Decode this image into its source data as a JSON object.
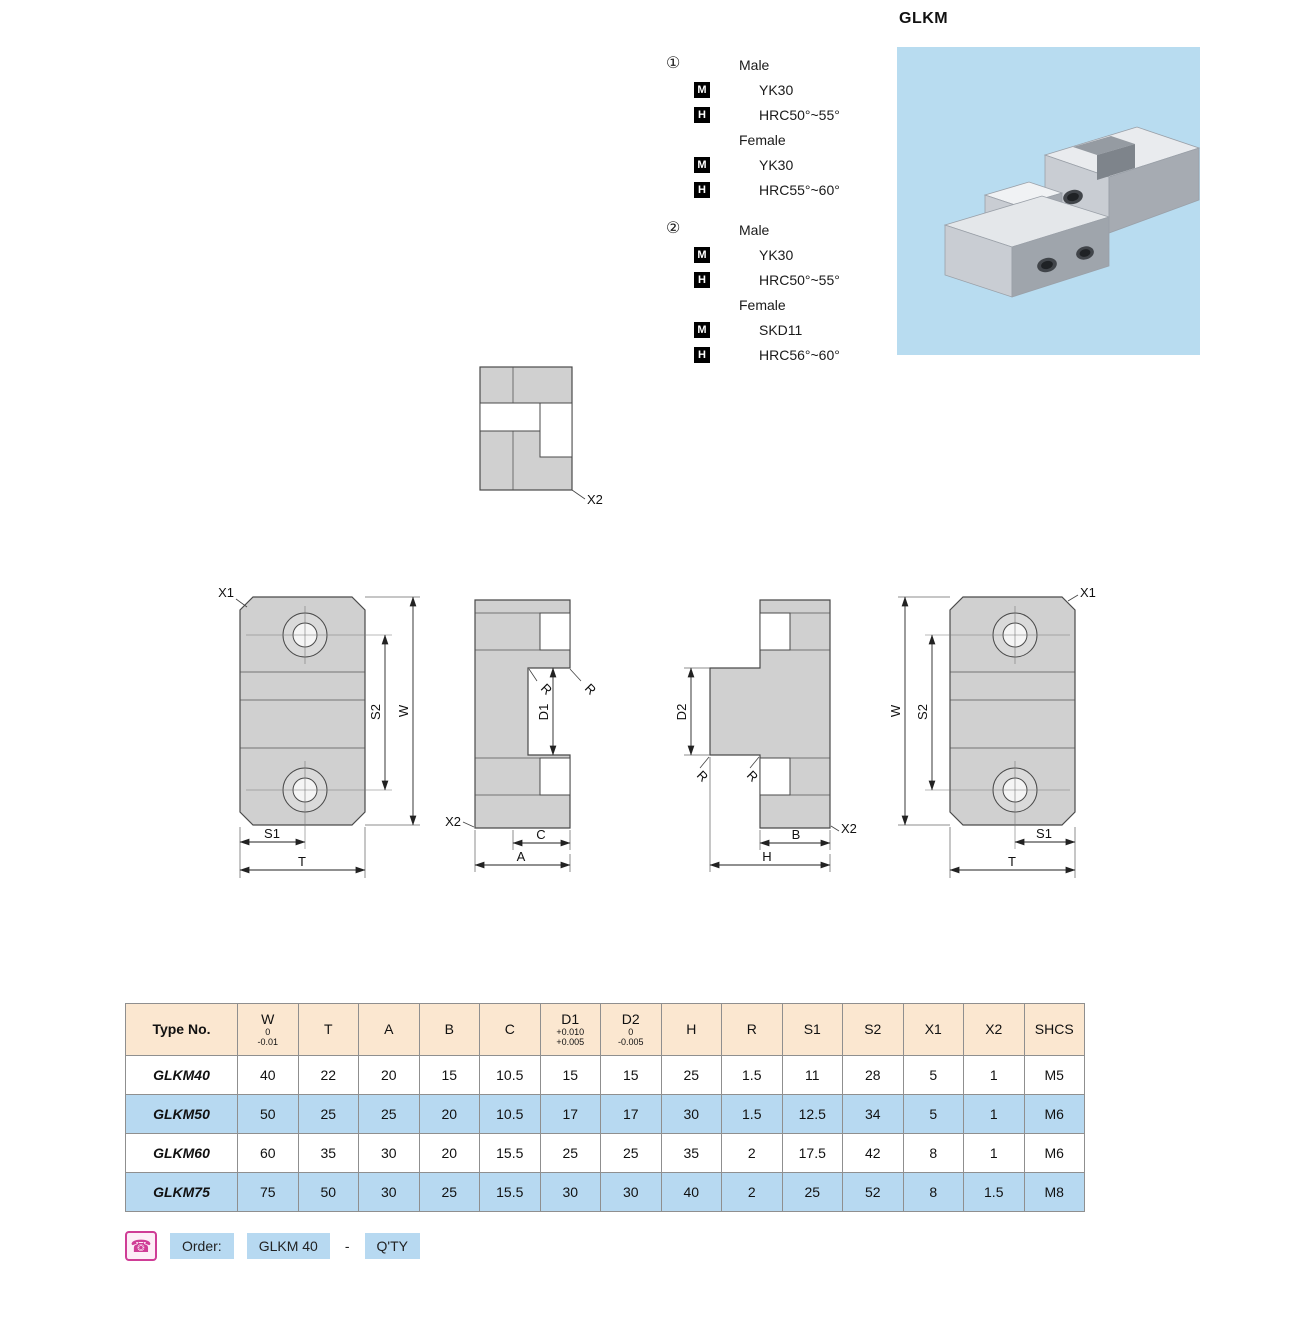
{
  "page": {
    "product_code": "GLKM"
  },
  "specs": {
    "groups": [
      {
        "index": "①",
        "entries": [
          {
            "header": "Male"
          },
          {
            "badge": "M",
            "value": "YK30"
          },
          {
            "badge": "H",
            "value": "HRC50°~55°"
          },
          {
            "header": "Female"
          },
          {
            "badge": "M",
            "value": "YK30"
          },
          {
            "badge": "H",
            "value": "HRC55°~60°"
          }
        ]
      },
      {
        "index": "②",
        "entries": [
          {
            "header": "Male"
          },
          {
            "badge": "M",
            "value": "YK30"
          },
          {
            "badge": "H",
            "value": "HRC50°~55°"
          },
          {
            "header": "Female"
          },
          {
            "badge": "M",
            "value": "SKD11"
          },
          {
            "badge": "H",
            "value": "HRC56°~60°"
          }
        ]
      }
    ]
  },
  "drawings": {
    "labels": {
      "x1": "X1",
      "x2": "X2",
      "w": "W",
      "t": "T",
      "s1": "S1",
      "s2": "S2",
      "d1": "D1",
      "d2": "D2",
      "a": "A",
      "b": "B",
      "c": "C",
      "h": "H",
      "r": "R"
    }
  },
  "table": {
    "headers": [
      {
        "main": "Type No."
      },
      {
        "main": "W",
        "tol": [
          "0",
          "-0.01"
        ]
      },
      {
        "main": "T"
      },
      {
        "main": "A"
      },
      {
        "main": "B"
      },
      {
        "main": "C"
      },
      {
        "main": "D1",
        "tol": [
          "+0.010",
          "+0.005"
        ]
      },
      {
        "main": "D2",
        "tol": [
          "0",
          "-0.005"
        ]
      },
      {
        "main": "H"
      },
      {
        "main": "R"
      },
      {
        "main": "S1"
      },
      {
        "main": "S2"
      },
      {
        "main": "X1"
      },
      {
        "main": "X2"
      },
      {
        "main": "SHCS"
      }
    ],
    "rows": [
      {
        "type": "GLKM40",
        "highlight": false,
        "values": [
          "40",
          "22",
          "20",
          "15",
          "10.5",
          "15",
          "15",
          "25",
          "1.5",
          "11",
          "28",
          "5",
          "1",
          "M5"
        ]
      },
      {
        "type": "GLKM50",
        "highlight": true,
        "values": [
          "50",
          "25",
          "25",
          "20",
          "10.5",
          "17",
          "17",
          "30",
          "1.5",
          "12.5",
          "34",
          "5",
          "1",
          "M6"
        ]
      },
      {
        "type": "GLKM60",
        "highlight": false,
        "values": [
          "60",
          "35",
          "30",
          "20",
          "15.5",
          "25",
          "25",
          "35",
          "2",
          "17.5",
          "42",
          "8",
          "1",
          "M6"
        ]
      },
      {
        "type": "GLKM75",
        "highlight": true,
        "values": [
          "75",
          "50",
          "30",
          "25",
          "15.5",
          "30",
          "30",
          "40",
          "2",
          "25",
          "52",
          "8",
          "1.5",
          "M8"
        ]
      }
    ]
  },
  "order": {
    "label": "Order:",
    "part": "GLKM 40",
    "separator": "-",
    "qty": "Q'TY"
  },
  "colors": {
    "image_bg": "#b8dcf0",
    "drawing_fill": "#d0d0d0",
    "header_bg": "#fbe7d0",
    "row_highlight": "#b7d9f1",
    "accent_pink": "#cf3d96"
  }
}
